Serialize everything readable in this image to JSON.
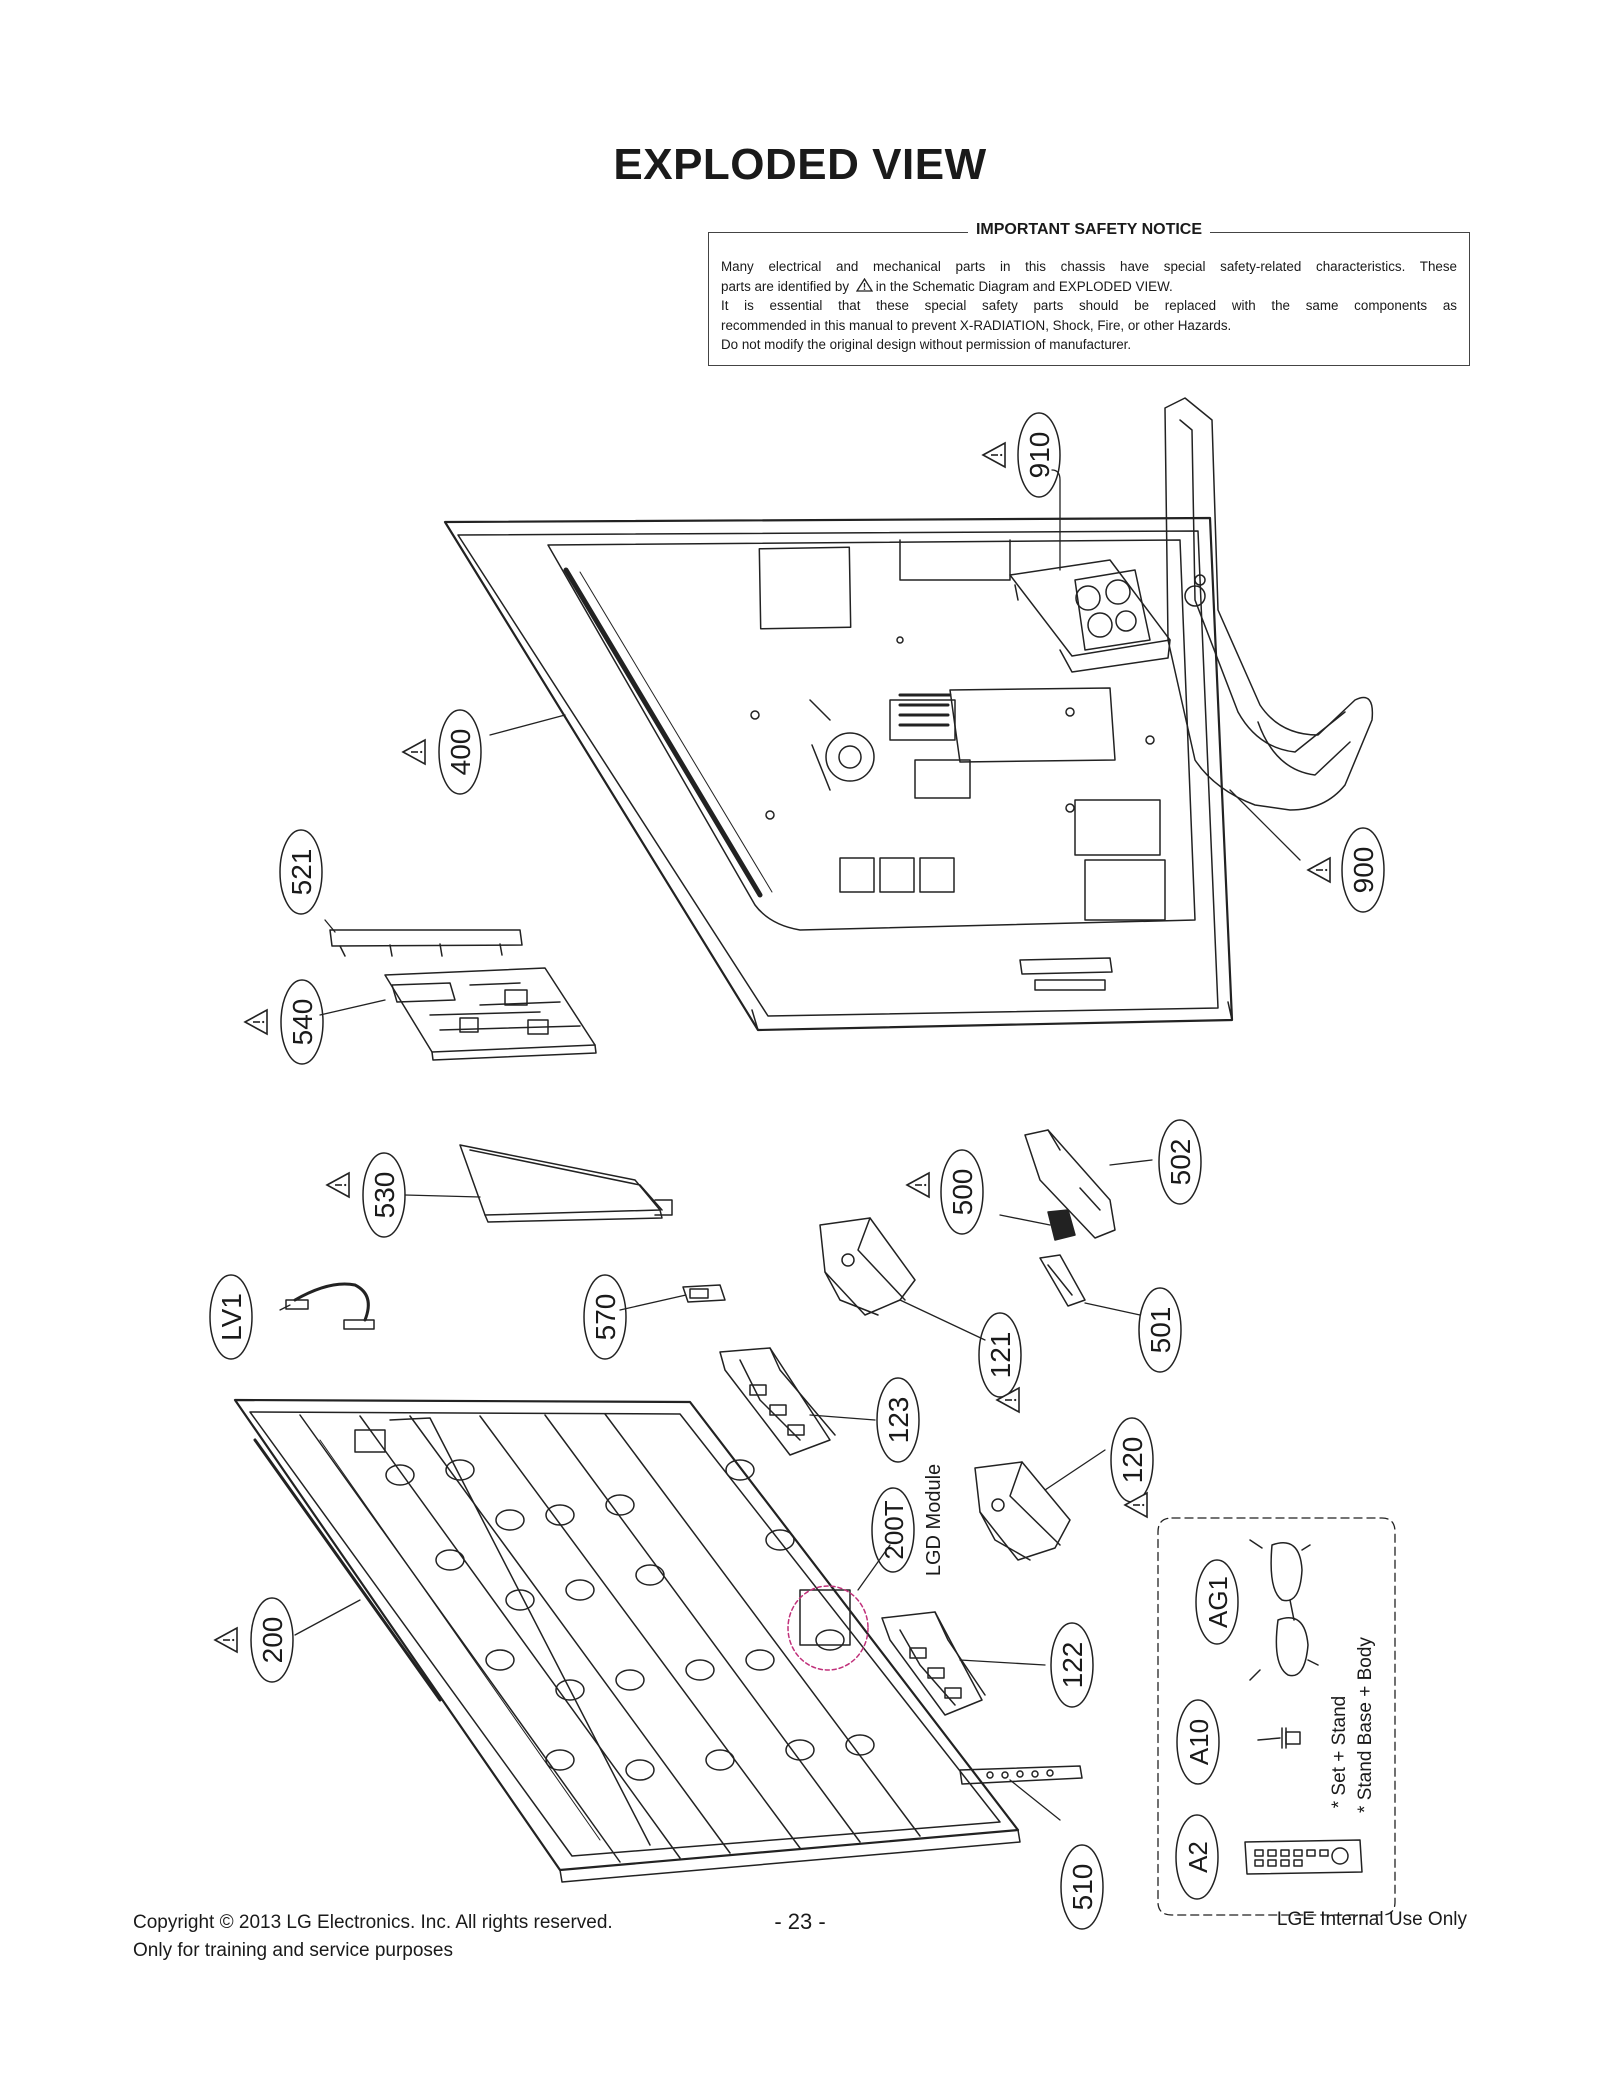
{
  "page_title": "EXPLODED VIEW",
  "safety_notice": {
    "title": "IMPORTANT SAFETY NOTICE",
    "lines": [
      "Many electrical and mechanical parts in this chassis have special safety-related characteristics. These",
      "parts are identified by",
      "in the Schematic Diagram and EXPLODED VIEW.",
      "It is essential that these special safety parts should be replaced with the same components as",
      "recommended in this manual to prevent X-RADIATION, Shock, Fire, or other Hazards.",
      "Do not modify the original design without permission of manufacturer."
    ]
  },
  "parts": {
    "p910": "910",
    "p400": "400",
    "p900": "900",
    "p521": "521",
    "p540": "540",
    "p530": "530",
    "p500": "500",
    "p502": "502",
    "pLV1": "LV1",
    "p570": "570",
    "p121": "121",
    "p501": "501",
    "p123": "123",
    "p120": "120",
    "p200T": "200T",
    "lgd": "LGD Module",
    "p200": "200",
    "p122": "122",
    "p510": "510",
    "pAG1": "AG1",
    "pA10": "A10",
    "pA2": "A2"
  },
  "accessory_notes": [
    "* Set + Stand",
    "* Stand Base + Body"
  ],
  "footer": {
    "copyright": "Copyright  © 2013 LG Electronics. Inc. All rights reserved.",
    "purpose": "Only for training and service purposes",
    "page_number": "- 23 -",
    "internal": "LGE Internal Use Only"
  },
  "colors": {
    "line": "#222222",
    "callout_ellipse": "#c0307a"
  }
}
